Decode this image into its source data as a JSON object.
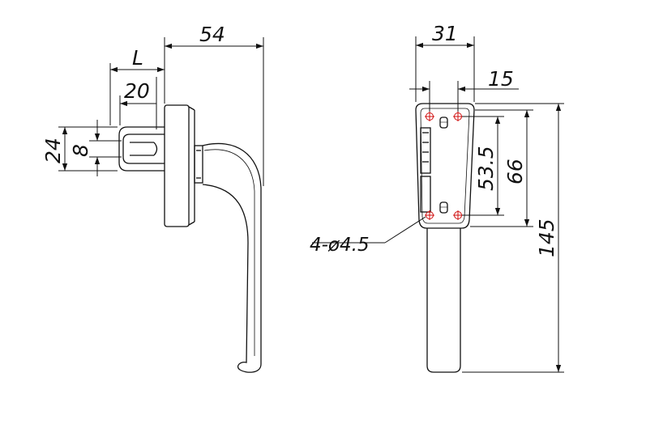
{
  "side_view": {
    "dim_overall_depth": "54",
    "dim_spindle_length": "L",
    "dim_spindle_min": "20",
    "dim_spindle_height": "24",
    "dim_spindle_square": "8"
  },
  "front_view": {
    "dim_width": "31",
    "dim_edge_offset": "15",
    "dim_hole_spacing": "53.5",
    "dim_base_height": "66",
    "dim_total_length": "145",
    "callout_holes": "4-ø4.5"
  },
  "colors": {
    "line": "#111111",
    "hole_marker": "#d01010"
  }
}
